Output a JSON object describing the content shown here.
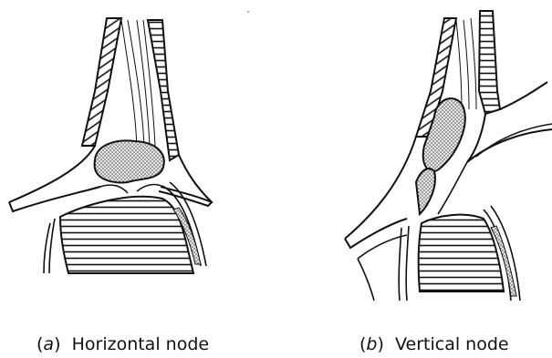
{
  "captions": {
    "a": {
      "open": "(",
      "letter": "a",
      "close": ")",
      "text": "Horizontal node"
    },
    "b": {
      "open": "(",
      "letter": "b",
      "close": ")",
      "text": "Vertical node"
    }
  },
  "colors": {
    "ink": "#111111",
    "paper": "#ffffff"
  }
}
